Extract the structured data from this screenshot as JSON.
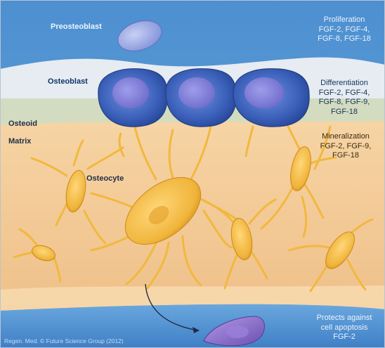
{
  "colors": {
    "fluid": "#5a9bd6",
    "fluid_dark": "#3f7fc6",
    "membrane": "#e6ecf2",
    "osteoid": "#cfdcbf",
    "matrix": "#f2c992",
    "osteoblast": "#3a5fb8",
    "osteocyte": "#f0b43a",
    "preosteoblast": "#8e9fde",
    "apoptotic_cell": "#8a6cc8"
  },
  "labels": {
    "preosteoblast": "Preosteoblast",
    "osteoblast": "Osteoblast",
    "osteoid": "Osteoid",
    "matrix": "Matrix",
    "osteocyte": "Osteocyte"
  },
  "side_notes": {
    "proliferation": [
      "Proliferation",
      "FGF-2, FGF-4,",
      "FGF-8, FGF-18"
    ],
    "differentiation": [
      "Differentiation",
      "FGF-2, FGF-4,",
      "FGF-8, FGF-9,",
      "FGF-18"
    ],
    "mineralization": [
      "Mineralization",
      "FGF-2, FGF-9,",
      "FGF-18"
    ],
    "apoptosis": [
      "Protects against",
      "cell apoptosis",
      "FGF-2"
    ]
  },
  "credit": "Regen. Med. © Future Science Group (2012)"
}
